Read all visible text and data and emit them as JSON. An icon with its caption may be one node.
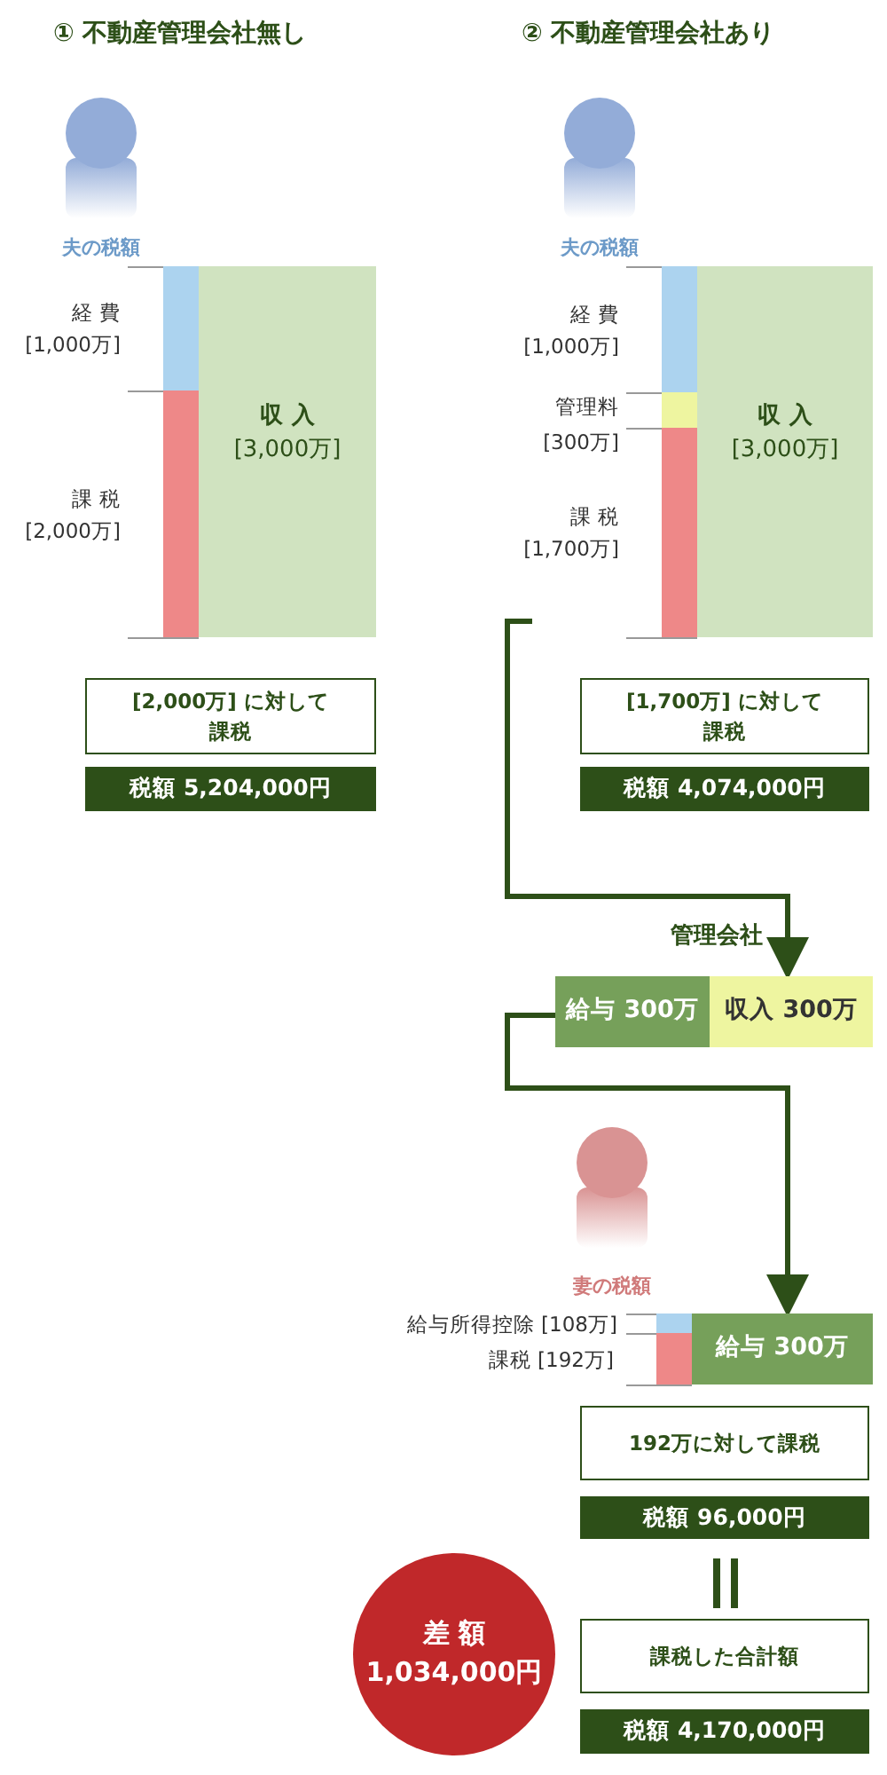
{
  "diagram": {
    "nodes": [
      {
        "text": [],
        "shape": "bar",
        "beside": [
          "経 費",
          "[1,000万]"
        ]
      },
      {
        "text": [],
        "shape": "bar",
        "beside": [
          "課 税",
          "[2,000万]"
        ]
      },
      {
        "text": [
          "収 入",
          "[3,000万]"
        ]
      },
      {
        "text": [
          "[2,000万] に対して課税"
        ]
      },
      {
        "text": [
          "税額 5,204,000円"
        ]
      },
      {
        "text": [],
        "shape": "bar",
        "beside": [
          "経 費",
          "[1,000万]"
        ]
      },
      {
        "text": [],
        "shape": "bar",
        "beside": [
          "管理料",
          "[300万]"
        ]
      },
      {
        "text": [],
        "shape": "bar",
        "beside": [
          "課 税",
          "[1,700万]"
        ]
      },
      {
        "text": [
          "収 入",
          "[3,000万]"
        ]
      },
      {
        "text": [
          "[1,700万] に対して課税"
        ]
      },
      {
        "text": [
          "税額 4,074,000円"
        ]
      },
      {
        "text": [
          "給与 300万"
        ]
      },
      {
        "text": [
          "収入 300万"
        ]
      },
      {
        "text": [],
        "shape": "bar",
        "beside": [
          "給与所得控除 [108万]"
        ]
      },
      {
        "text": [],
        "shape": "bar",
        "beside": [
          "課税 [192万]"
        ]
      },
      {
        "text": [
          "給与 300万"
        ]
      },
      {
        "text": [
          "192万に対して課税"
        ]
      },
      {
        "text": [
          "税額 96,000円"
        ]
      },
      {
        "text": [
          "課税した合計額"
        ]
      },
      {
        "text": [
          "税額 4,170,000円"
        ]
      },
      {
        "text": [
          "差 額",
          "1,034,000円"
        ]
      }
    ],
    "edges": [
      {
        "from": null,
        "to": 12,
        "arrow": "to"
      },
      {
        "from": 11,
        "to": 15,
        "arrow": "to"
      }
    ],
    "labels": [
      "① 不動産管理会社無し",
      "② 不動産管理会社あり",
      "夫の税額",
      "夫の税額",
      "管理会社",
      "妻の税額"
    ]
  }
}
